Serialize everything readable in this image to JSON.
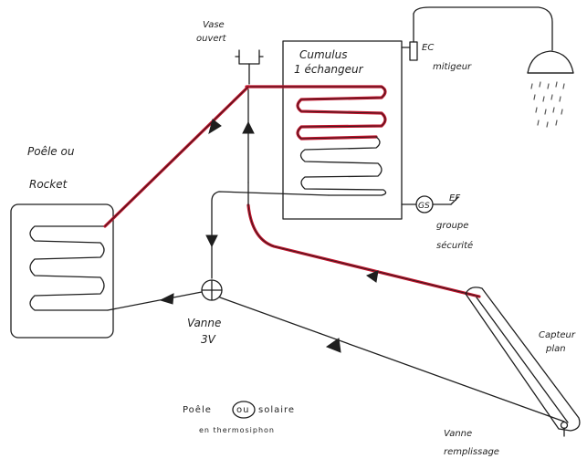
{
  "labels": {
    "vase_line1": "Vase",
    "vase_line2": "ouvert",
    "cumulus_line1": "Cumulus",
    "cumulus_line2": "1 échangeur",
    "ec": "EC",
    "mitigeur": "mitigeur",
    "ef": "EF",
    "groupe_line1": "groupe",
    "groupe_line2": "sécurité",
    "poele_line1": "Poêle ou",
    "poele_line2": "Rocket",
    "vanne3v_line1": "Vanne",
    "vanne3v_line2": "3V",
    "capteur_line1": "Capteur",
    "capteur_line2": "plan",
    "vanne_remplissage_line1": "Vanne",
    "vanne_remplissage_line2": "remplissage",
    "title_line1_a": "Poêle",
    "title_line1_ou": "ou",
    "title_line1_b": "solaire",
    "title_line2": "en thermosiphon"
  },
  "colors": {
    "ink": "#1e1e1e",
    "hot_pipe": "#c0122a"
  }
}
